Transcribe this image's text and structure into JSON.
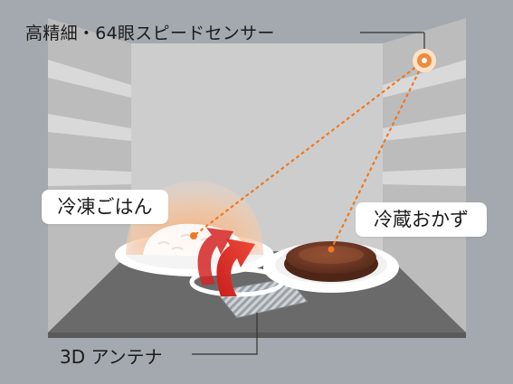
{
  "labels": {
    "sensor": "高精細・64眼スピードセンサー",
    "frozen_rice": "冷凍ごはん",
    "refrigerated_side_dish": "冷蔵おかず",
    "antenna": "3D アンテナ"
  },
  "colors": {
    "background": "#a3a9ae",
    "oven_wall": "#c6c6c6",
    "oven_floor": "#6a6a6a",
    "sensor_accent": "#f08a3c",
    "sensor_beam": "#f0781e",
    "airflow_arrow": "#e02a2a"
  },
  "icons": {
    "sensor": "sensor-dot-icon",
    "airflow": "curved-arrow-icon",
    "antenna": "antenna-grid-icon"
  }
}
